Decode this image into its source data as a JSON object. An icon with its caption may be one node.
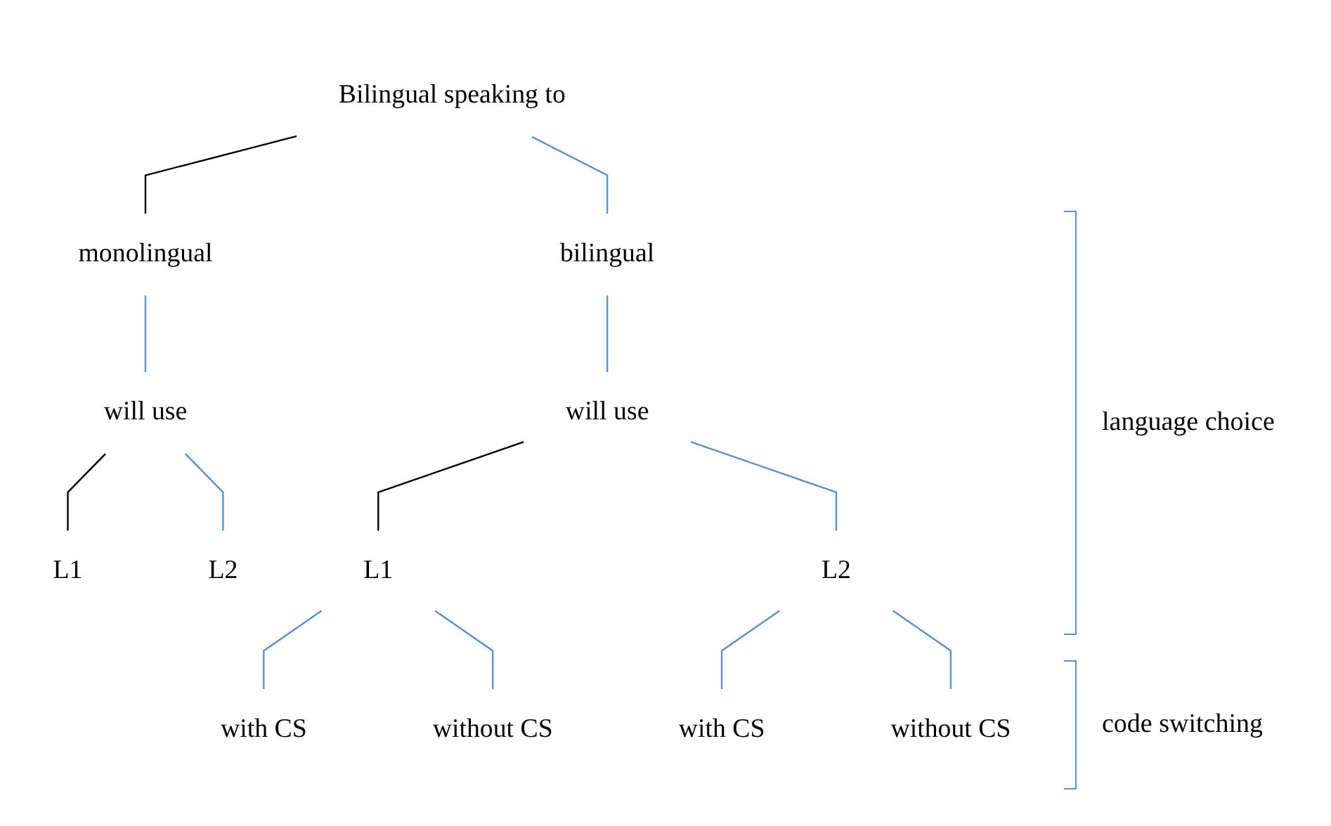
{
  "diagram": {
    "nodes": [
      {
        "text": [
          "Bilingual speaking to"
        ]
      },
      {
        "text": [
          "monolingual"
        ]
      },
      {
        "text": [
          "bilingual"
        ]
      },
      {
        "text": [
          "will use"
        ]
      },
      {
        "text": [
          "will use"
        ]
      },
      {
        "text": [
          "L1"
        ]
      },
      {
        "text": [
          "L2"
        ]
      },
      {
        "text": [
          "L1"
        ]
      },
      {
        "text": [
          "L2"
        ]
      },
      {
        "text": [
          "with CS"
        ]
      },
      {
        "text": [
          "without CS"
        ]
      },
      {
        "text": [
          "with CS"
        ]
      },
      {
        "text": [
          "without CS"
        ]
      }
    ],
    "edges": [
      {
        "from": 0,
        "to": 1,
        "arrow": "none",
        "color": "#000000"
      },
      {
        "from": 0,
        "to": 2,
        "arrow": "none"
      },
      {
        "from": 1,
        "to": 3,
        "arrow": "none"
      },
      {
        "from": 2,
        "to": 4,
        "arrow": "none"
      },
      {
        "from": 3,
        "to": 5,
        "arrow": "none",
        "color": "#000000"
      },
      {
        "from": 3,
        "to": 6,
        "arrow": "none"
      },
      {
        "from": 4,
        "to": 7,
        "arrow": "none",
        "color": "#000000"
      },
      {
        "from": 4,
        "to": 8,
        "arrow": "none"
      },
      {
        "from": 7,
        "to": 9,
        "arrow": "none"
      },
      {
        "from": 7,
        "to": 10,
        "arrow": "none"
      },
      {
        "from": 8,
        "to": 11,
        "arrow": "none"
      },
      {
        "from": 8,
        "to": 12,
        "arrow": "none"
      }
    ],
    "labels": [
      "language choice",
      "code switching"
    ]
  }
}
